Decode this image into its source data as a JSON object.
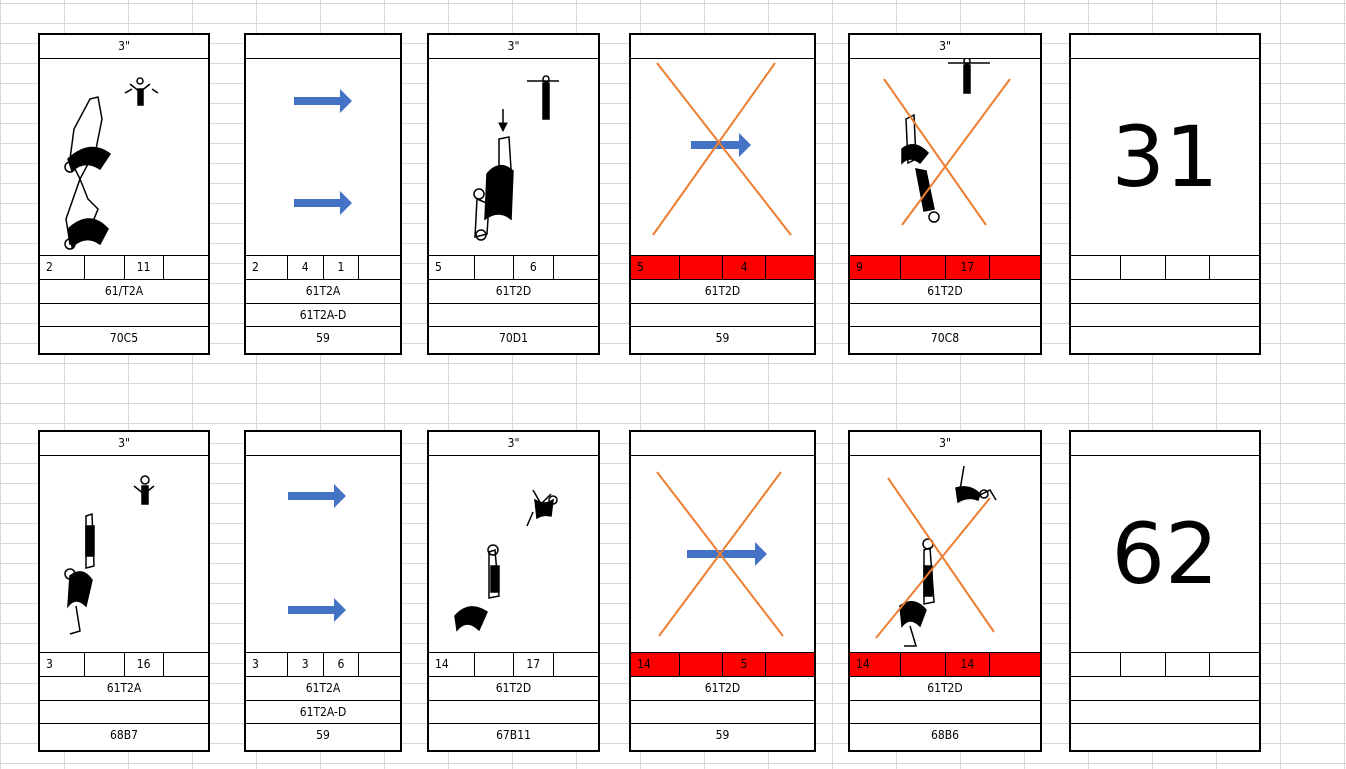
{
  "rows": [
    {
      "cards": [
        {
          "header": "3\"",
          "nums": [
            "2",
            "",
            "11",
            ""
          ],
          "l1": "61/T2A",
          "l2": "",
          "l3": "70C5",
          "red": false
        },
        {
          "header": "",
          "nums": [
            "2",
            "4",
            "1",
            ""
          ],
          "l1": "61T2A",
          "l2": "61T2A-D",
          "l3": "59",
          "red": false
        },
        {
          "header": "3\"",
          "nums": [
            "5",
            "",
            "6",
            ""
          ],
          "l1": "61T2D",
          "l2": "",
          "l3": "70D1",
          "red": false
        },
        {
          "header": "",
          "nums": [
            "5",
            "",
            "4",
            ""
          ],
          "l1": "61T2D",
          "l2": "",
          "l3": "59",
          "red": true
        },
        {
          "header": "3\"",
          "nums": [
            "9",
            "",
            "17",
            ""
          ],
          "l1": "61T2D",
          "l2": "",
          "l3": "70C8",
          "red": true
        },
        {
          "header": "",
          "nums": [
            "",
            "",
            "",
            ""
          ],
          "l1": "",
          "l2": "",
          "l3": "",
          "big": "31"
        }
      ]
    },
    {
      "cards": [
        {
          "header": "3\"",
          "nums": [
            "3",
            "",
            "16",
            ""
          ],
          "l1": "61T2A",
          "l2": "",
          "l3": "68B7",
          "red": false
        },
        {
          "header": "",
          "nums": [
            "3",
            "3",
            "6",
            ""
          ],
          "l1": "61T2A",
          "l2": "61T2A-D",
          "l3": "59",
          "red": false
        },
        {
          "header": "3\"",
          "nums": [
            "14",
            "",
            "17",
            ""
          ],
          "l1": "61T2D",
          "l2": "",
          "l3": "67B11",
          "red": false
        },
        {
          "header": "",
          "nums": [
            "14",
            "",
            "5",
            ""
          ],
          "l1": "61T2D",
          "l2": "",
          "l3": "59",
          "red": true
        },
        {
          "header": "3\"",
          "nums": [
            "14",
            "",
            "14",
            ""
          ],
          "l1": "61T2D",
          "l2": "",
          "l3": "68B6",
          "red": true
        },
        {
          "header": "",
          "nums": [
            "",
            "",
            "",
            ""
          ],
          "l1": "",
          "l2": "",
          "l3": "",
          "big": "62"
        }
      ]
    }
  ],
  "colors": {
    "arrow": "#4472c4",
    "cross": "#ed7d31",
    "red_cell": "#ff0000"
  }
}
